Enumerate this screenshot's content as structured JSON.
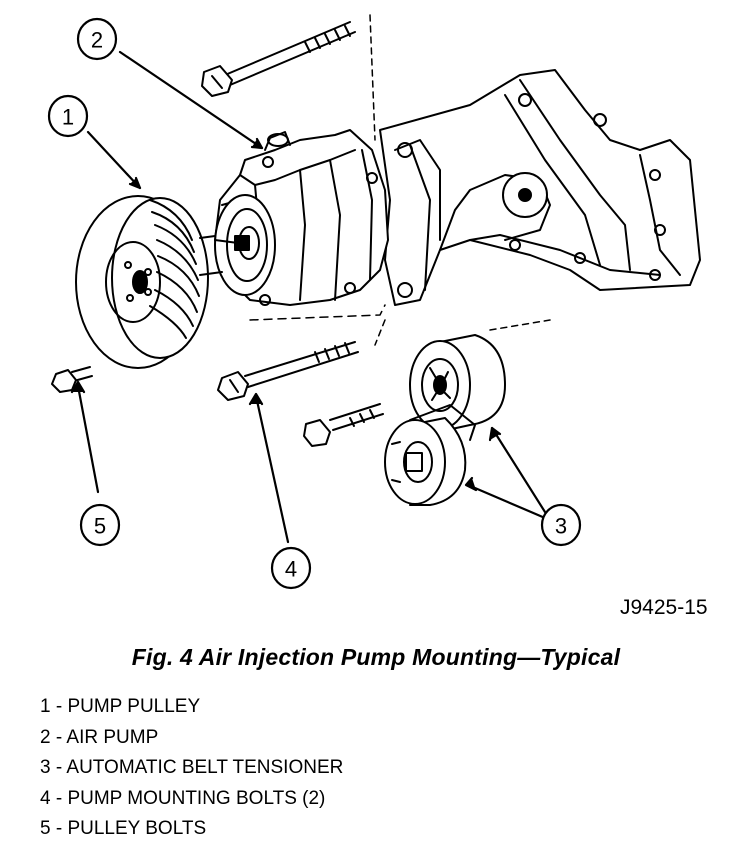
{
  "figure_id": "J9425-15",
  "caption": "Fig. 4 Air Injection Pump Mounting—Typical",
  "callouts": {
    "c1": "1",
    "c2": "2",
    "c3": "3",
    "c4": "4",
    "c5": "5"
  },
  "legend": [
    "1 - PUMP PULLEY",
    "2 - AIR PUMP",
    "3 - AUTOMATIC BELT TENSIONER",
    "4 - PUMP MOUNTING BOLTS (2)",
    "5 - PULLEY BOLTS"
  ]
}
